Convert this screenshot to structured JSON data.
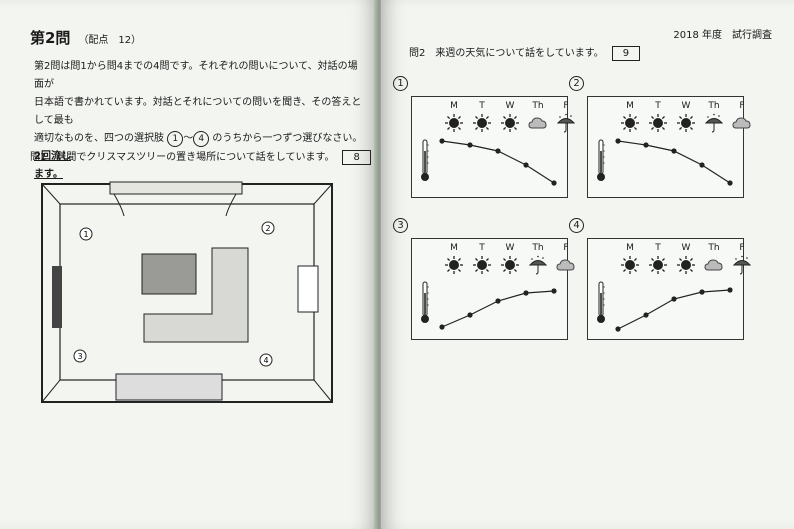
{
  "left_page": {
    "section_title": "第2問",
    "points": "（配点　12）",
    "instruction_line1": "第2問は問1から問4までの4問です。それぞれの問いについて、対話の場面が",
    "instruction_line2": "日本語で書かれています。対話とそれについての問いを聞き、その答えとして最も",
    "instruction_line3_a": "適切なものを、四つの選択肢",
    "instruction_choice_from": "1",
    "instruction_tilde": "〜",
    "instruction_choice_to": "4",
    "instruction_line3_b": "のうちから一つずつ選びなさい。",
    "instruction_emphasis": "2回流し",
    "instruction_line4": "ます。",
    "question1_label": "問1",
    "question1_text": "居間でクリスマスツリーの置き場所について話をしています。",
    "question1_box": "8",
    "room_positions": [
      "1",
      "2",
      "3",
      "4"
    ]
  },
  "right_page": {
    "header": "2018 年度　試行調査",
    "question2_label": "問2",
    "question2_text": "来週の天気について話をしています。",
    "question2_box": "9",
    "panels": [
      {
        "label": "1",
        "days": [
          "M",
          "T",
          "W",
          "Th",
          "F"
        ],
        "icons": [
          "sun",
          "sun",
          "sun",
          "cloud",
          "umbrella"
        ],
        "trend": "falling"
      },
      {
        "label": "2",
        "days": [
          "M",
          "T",
          "W",
          "Th",
          "F"
        ],
        "icons": [
          "sun",
          "sun",
          "sun",
          "umbrella",
          "cloud"
        ],
        "trend": "falling"
      },
      {
        "label": "3",
        "days": [
          "M",
          "T",
          "W",
          "Th",
          "F"
        ],
        "icons": [
          "sun",
          "sun",
          "sun",
          "umbrella",
          "cloud"
        ],
        "trend": "rising"
      },
      {
        "label": "4",
        "days": [
          "M",
          "T",
          "W",
          "Th",
          "F"
        ],
        "icons": [
          "sun",
          "sun",
          "sun",
          "cloud",
          "umbrella"
        ],
        "trend": "rising"
      }
    ]
  },
  "colors": {
    "page": "#f3f5f1",
    "ink": "#1a1a1a",
    "background": "#cfd6cc"
  }
}
